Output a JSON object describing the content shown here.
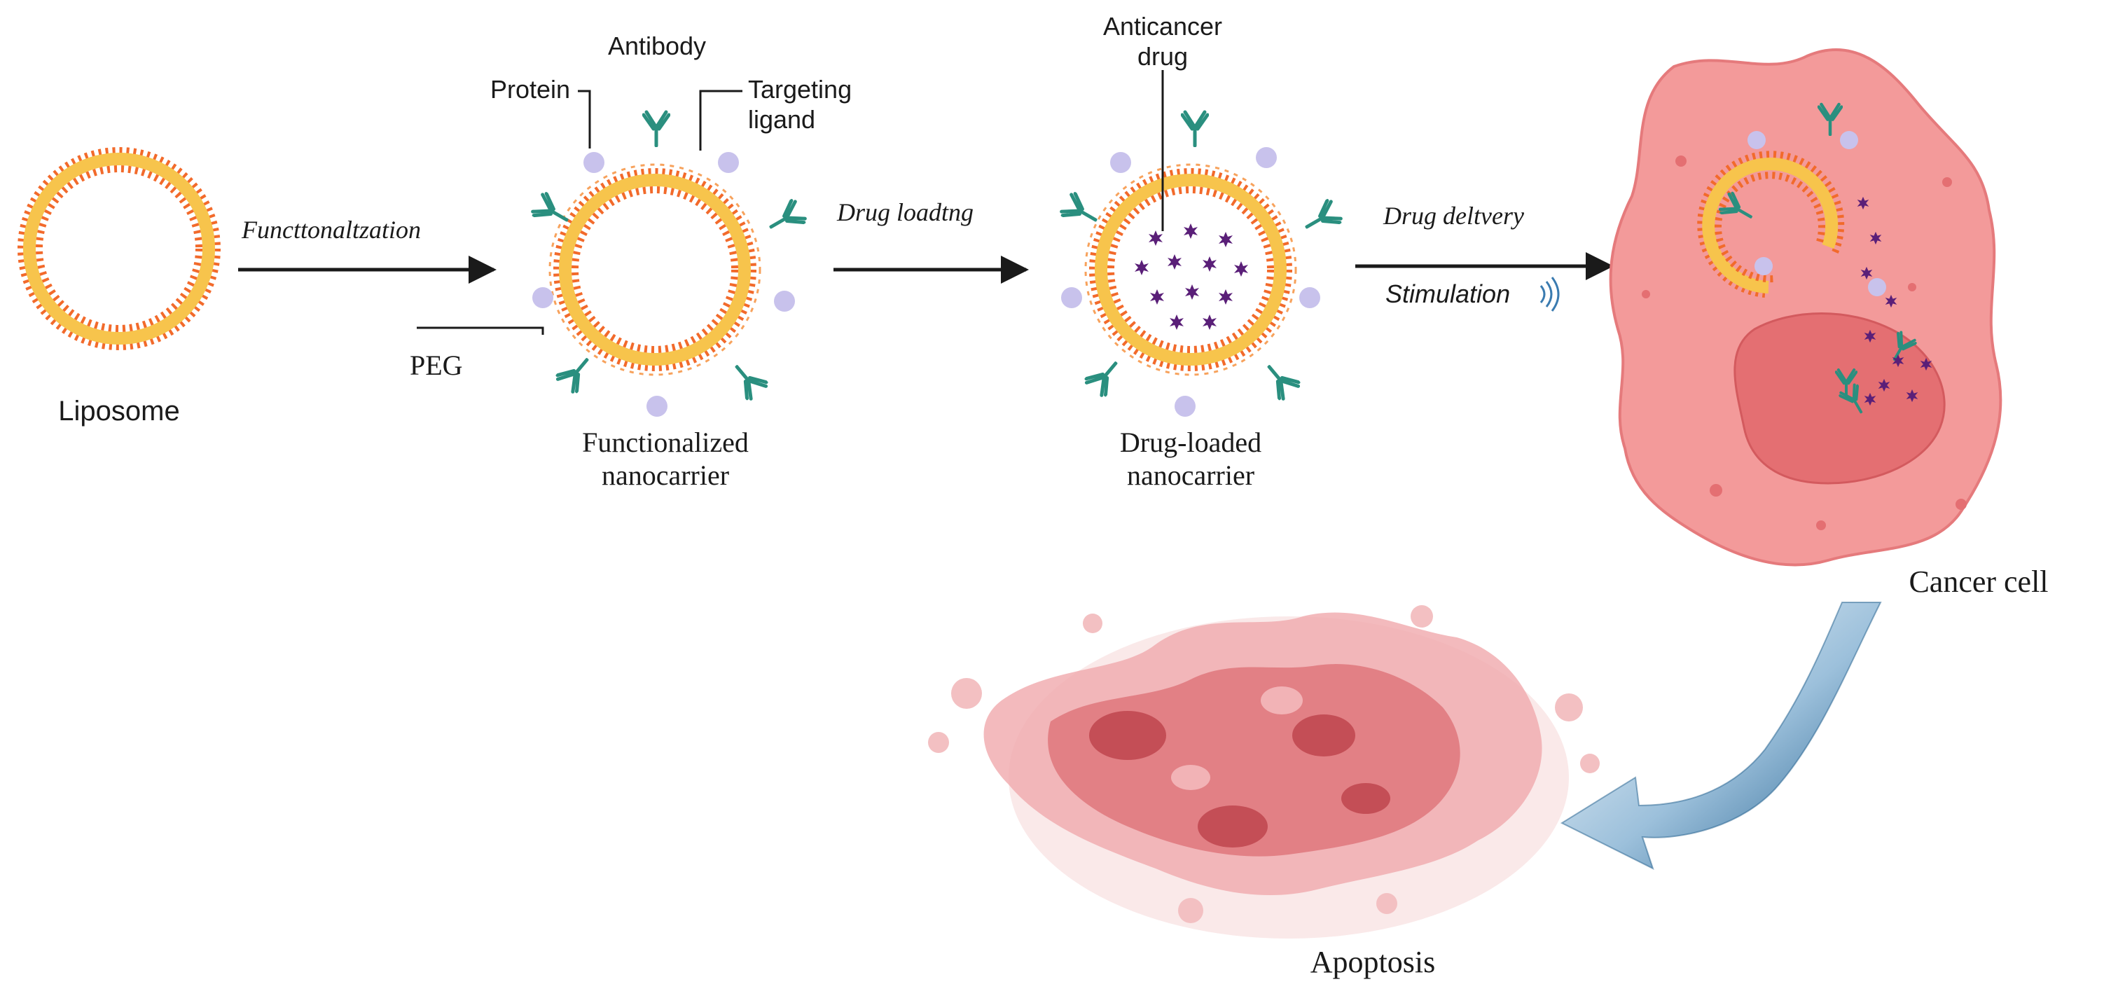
{
  "labels": {
    "liposome": "Liposome",
    "protein": "Protein",
    "antibody": "Antibody",
    "targeting_ligand_line1": "Targeting",
    "targeting_ligand_line2": "ligand",
    "peg": "PEG",
    "functionalized_line1": "Functionalized",
    "functionalized_line2": "nanocarrier",
    "anticancer_line1": "Anticancer",
    "anticancer_line2": "drug",
    "drug_loaded_line1": "Drug-loaded",
    "drug_loaded_line2": "nanocarrier",
    "cancer_cell": "Cancer cell",
    "apoptosis": "Apoptosis"
  },
  "steps": {
    "functionalization": "Functtonaltzation",
    "drug_loading": "Drug loadtng",
    "drug_delivery": "Drug deltvery",
    "stimulation": "Stimulation"
  },
  "colors": {
    "lipid_head": "#f26a2b",
    "lipid_tail": "#f7c44c",
    "protein": "#c8c2ec",
    "antibody": "#2a8f7f",
    "drug": "#5a1f78",
    "cell": "#f39a9a",
    "nucleus": "#e46f72",
    "apoptosis": "#d9646a",
    "arrow": "#1a1a1a",
    "curved_arrow": "#1f5d8c"
  },
  "icons": {
    "antibody": "antibody-y-icon",
    "protein": "protein-sphere-icon",
    "drug": "drug-star-icon",
    "stimulation": "wave-signal-icon"
  }
}
